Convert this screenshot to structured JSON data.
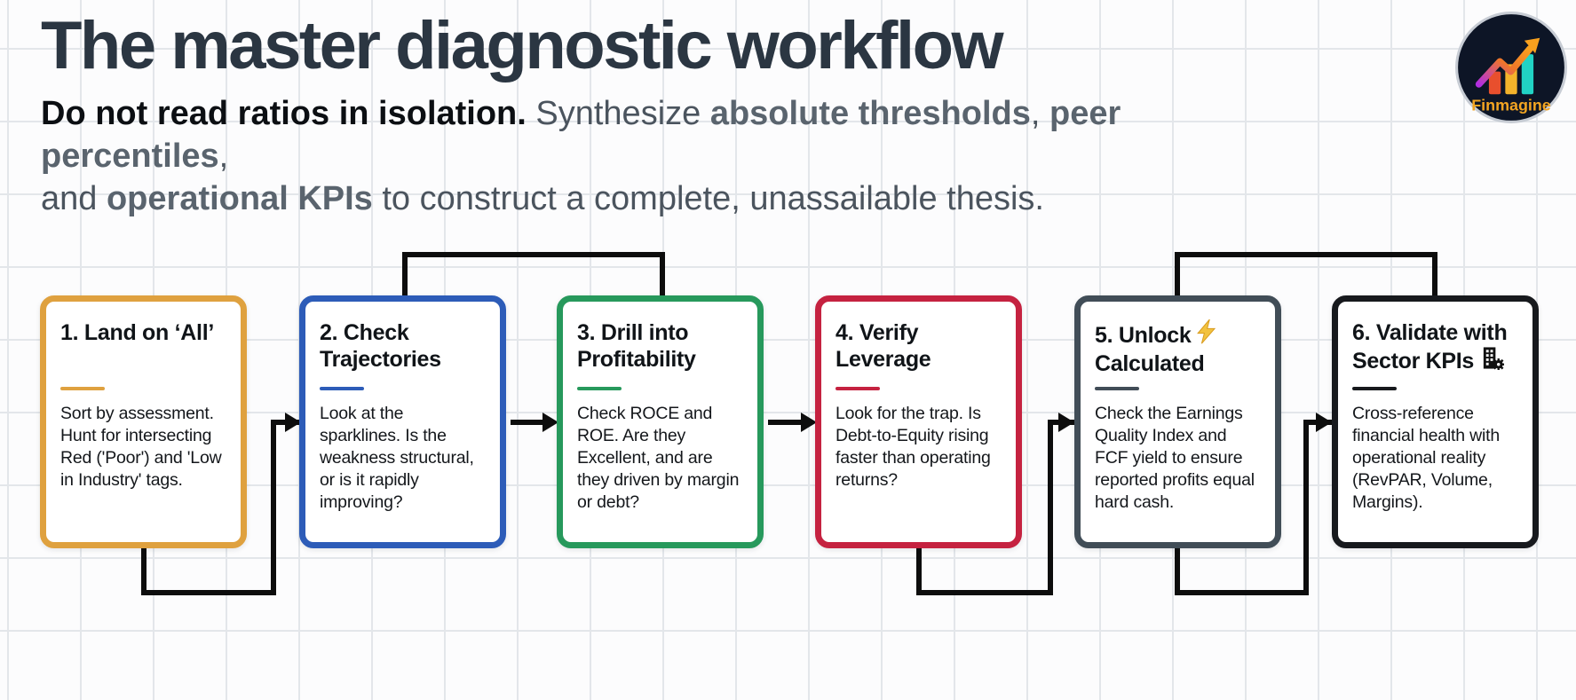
{
  "header": {
    "title": "The master diagnostic workflow"
  },
  "subtitle": {
    "segments": [
      {
        "text": "Do not read ratios in isolation.",
        "style": "bold-dark"
      },
      {
        "text": " Synthesize ",
        "style": "regular"
      },
      {
        "text": "absolute thresholds",
        "style": "bold-gray"
      },
      {
        "text": ", ",
        "style": "regular"
      },
      {
        "text": "peer percentiles",
        "style": "bold-gray"
      },
      {
        "text": ",",
        "style": "regular"
      },
      {
        "break": true
      },
      {
        "text": "and ",
        "style": "regular"
      },
      {
        "text": "operational KPIs",
        "style": "bold-gray"
      },
      {
        "text": " to construct a complete, unassailable thesis.",
        "style": "regular"
      }
    ]
  },
  "logo": {
    "label": "Finmagine",
    "colors": {
      "circle": "#0d1526",
      "ring": "#c7ccd4",
      "text": "#f3a522",
      "bar1": "#e84f2d",
      "bar2": "#f3b32b",
      "bar3": "#21d3c4",
      "arrow_start": "#b12ee0",
      "arrow_end": "#f7a01e"
    }
  },
  "flow": {
    "steps": [
      {
        "title_parts": [
          {
            "text": "1. Land on ‘All’"
          }
        ],
        "body": "Sort by assessment. Hunt for intersecting Red ('Poor') and 'Low in Industry' tags.",
        "accent": "#dfa13f"
      },
      {
        "title_parts": [
          {
            "text": "2. Check Trajectories"
          }
        ],
        "body": "Look at the sparklines. Is the weakness structural, or is it rapidly improving?",
        "accent": "#2d5cb8"
      },
      {
        "title_parts": [
          {
            "text": "3. Drill into Profitability"
          }
        ],
        "body": "Check ROCE and ROE. Are they Excellent, and are they driven by margin or debt?",
        "accent": "#27995c"
      },
      {
        "title_parts": [
          {
            "text": "4. Verify Leverage"
          }
        ],
        "body": "Look for the trap. Is Debt-to-Equity rising faster than operating returns?",
        "accent": "#c52240"
      },
      {
        "title_parts": [
          {
            "text": "5. Unlock "
          },
          {
            "icon": "lightning-icon"
          },
          {
            "text": " Calculated"
          }
        ],
        "body": "Check the Earnings Quality Index and FCF yield to ensure reported profits equal hard cash.",
        "accent": "#414d57"
      },
      {
        "title_parts": [
          {
            "text": "6. Validate with Sector KPIs "
          },
          {
            "icon": "building-gear-icon"
          }
        ],
        "body": "Cross-reference financial health with operational reality (RevPAR, Volume, Margins).",
        "accent": "#17191d"
      }
    ],
    "connections": [
      "1→2",
      "2→3",
      "3→4",
      "4→5",
      "5→6"
    ],
    "secondary_links": [
      "2–3 top bracket",
      "5–6 top bracket"
    ]
  }
}
